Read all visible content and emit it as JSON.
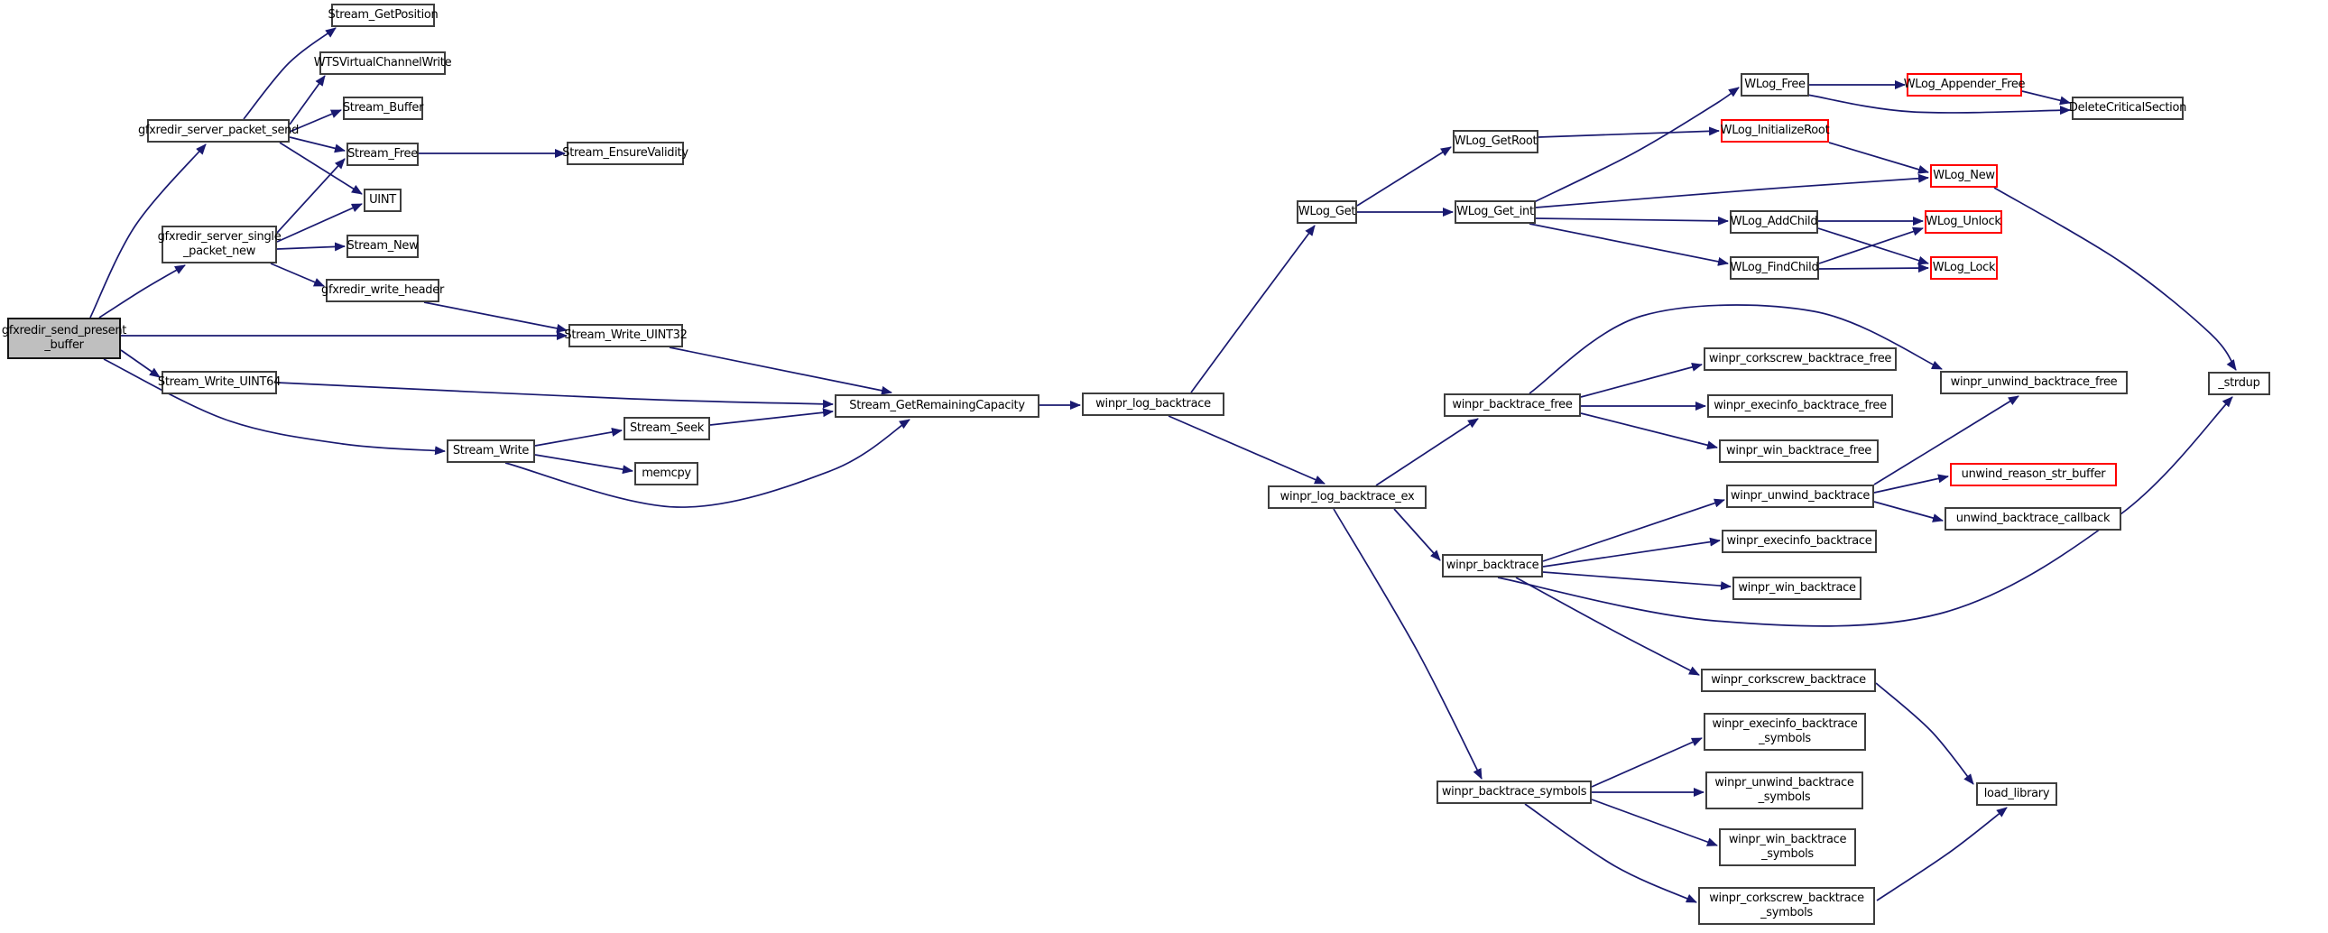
{
  "diagram": {
    "type": "doxygen-call-graph",
    "background_color": "#ffffff",
    "edge_color": "#191970",
    "node_border_color": "#3e3e3e",
    "truncated_node_border_color": "#ff0000",
    "focus_node_fill": "#bfbfbf",
    "focus_node": "gfxredir_send_present_buffer"
  },
  "nodes": [
    {
      "id": "gfxredir_send_present_buffer",
      "label": "gfxredir_send_present\n_buffer",
      "variant": "main"
    },
    {
      "id": "gfxredir_server_packet_send",
      "label": "gfxredir_server_packet_send",
      "variant": "normal"
    },
    {
      "id": "gfxredir_server_single_packet_new",
      "label": "gfxredir_server_single\n_packet_new",
      "variant": "normal"
    },
    {
      "id": "Stream_Write_UINT64",
      "label": "Stream_Write_UINT64",
      "variant": "normal"
    },
    {
      "id": "Stream_GetPosition",
      "label": "Stream_GetPosition",
      "variant": "normal"
    },
    {
      "id": "WTSVirtualChannelWrite",
      "label": "WTSVirtualChannelWrite",
      "variant": "normal"
    },
    {
      "id": "Stream_Buffer",
      "label": "Stream_Buffer",
      "variant": "normal"
    },
    {
      "id": "Stream_Free",
      "label": "Stream_Free",
      "variant": "normal"
    },
    {
      "id": "UINT",
      "label": "UINT",
      "variant": "normal"
    },
    {
      "id": "Stream_New",
      "label": "Stream_New",
      "variant": "normal"
    },
    {
      "id": "gfxredir_write_header",
      "label": "gfxredir_write_header",
      "variant": "normal"
    },
    {
      "id": "Stream_Write",
      "label": "Stream_Write",
      "variant": "normal"
    },
    {
      "id": "Stream_EnsureValidity",
      "label": "Stream_EnsureValidity",
      "variant": "normal"
    },
    {
      "id": "Stream_Write_UINT32",
      "label": "Stream_Write_UINT32",
      "variant": "normal"
    },
    {
      "id": "Stream_Seek",
      "label": "Stream_Seek",
      "variant": "normal"
    },
    {
      "id": "memcpy",
      "label": "memcpy",
      "variant": "normal"
    },
    {
      "id": "Stream_GetRemainingCapacity",
      "label": "Stream_GetRemainingCapacity",
      "variant": "normal"
    },
    {
      "id": "winpr_log_backtrace",
      "label": "winpr_log_backtrace",
      "variant": "normal"
    },
    {
      "id": "WLog_Get",
      "label": "WLog_Get",
      "variant": "normal"
    },
    {
      "id": "WLog_GetRoot",
      "label": "WLog_GetRoot",
      "variant": "normal"
    },
    {
      "id": "WLog_Get_int",
      "label": "WLog_Get_int",
      "variant": "normal"
    },
    {
      "id": "WLog_Free",
      "label": "WLog_Free",
      "variant": "normal"
    },
    {
      "id": "WLog_InitializeRoot",
      "label": "WLog_InitializeRoot",
      "variant": "red"
    },
    {
      "id": "WLog_Appender_Free",
      "label": "WLog_Appender_Free",
      "variant": "red"
    },
    {
      "id": "DeleteCriticalSection",
      "label": "DeleteCriticalSection",
      "variant": "normal"
    },
    {
      "id": "WLog_New",
      "label": "WLog_New",
      "variant": "red"
    },
    {
      "id": "WLog_AddChild",
      "label": "WLog_AddChild",
      "variant": "normal"
    },
    {
      "id": "WLog_FindChild",
      "label": "WLog_FindChild",
      "variant": "normal"
    },
    {
      "id": "WLog_Unlock",
      "label": "WLog_Unlock",
      "variant": "red"
    },
    {
      "id": "WLog_Lock",
      "label": "WLog_Lock",
      "variant": "red"
    },
    {
      "id": "winpr_log_backtrace_ex",
      "label": "winpr_log_backtrace_ex",
      "variant": "normal"
    },
    {
      "id": "winpr_backtrace_free",
      "label": "winpr_backtrace_free",
      "variant": "normal"
    },
    {
      "id": "winpr_backtrace",
      "label": "winpr_backtrace",
      "variant": "normal"
    },
    {
      "id": "winpr_corkscrew_backtrace_free",
      "label": "winpr_corkscrew_backtrace_free",
      "variant": "normal"
    },
    {
      "id": "winpr_execinfo_backtrace_free",
      "label": "winpr_execinfo_backtrace_free",
      "variant": "normal"
    },
    {
      "id": "winpr_win_backtrace_free",
      "label": "winpr_win_backtrace_free",
      "variant": "normal"
    },
    {
      "id": "winpr_unwind_backtrace_free",
      "label": "winpr_unwind_backtrace_free",
      "variant": "normal"
    },
    {
      "id": "winpr_unwind_backtrace",
      "label": "winpr_unwind_backtrace",
      "variant": "normal"
    },
    {
      "id": "winpr_execinfo_backtrace",
      "label": "winpr_execinfo_backtrace",
      "variant": "normal"
    },
    {
      "id": "winpr_win_backtrace",
      "label": "winpr_win_backtrace",
      "variant": "normal"
    },
    {
      "id": "unwind_reason_str_buffer",
      "label": "unwind_reason_str_buffer",
      "variant": "red"
    },
    {
      "id": "unwind_backtrace_callback",
      "label": "unwind_backtrace_callback",
      "variant": "normal"
    },
    {
      "id": "_strdup",
      "label": "_strdup",
      "variant": "normal"
    },
    {
      "id": "winpr_corkscrew_backtrace",
      "label": "winpr_corkscrew_backtrace",
      "variant": "normal"
    },
    {
      "id": "winpr_backtrace_symbols",
      "label": "winpr_backtrace_symbols",
      "variant": "normal"
    },
    {
      "id": "winpr_execinfo_backtrace_symbols",
      "label": "winpr_execinfo_backtrace\n_symbols",
      "variant": "normal"
    },
    {
      "id": "winpr_unwind_backtrace_symbols",
      "label": "winpr_unwind_backtrace\n_symbols",
      "variant": "normal"
    },
    {
      "id": "winpr_win_backtrace_symbols",
      "label": "winpr_win_backtrace\n_symbols",
      "variant": "normal"
    },
    {
      "id": "winpr_corkscrew_backtrace_symbols",
      "label": "winpr_corkscrew_backtrace\n_symbols",
      "variant": "normal"
    },
    {
      "id": "load_library",
      "label": "load_library",
      "variant": "normal"
    }
  ],
  "edges": [
    {
      "from": "gfxredir_send_present_buffer",
      "to": "gfxredir_server_packet_send"
    },
    {
      "from": "gfxredir_send_present_buffer",
      "to": "gfxredir_server_single_packet_new"
    },
    {
      "from": "gfxredir_send_present_buffer",
      "to": "Stream_Write_UINT32"
    },
    {
      "from": "gfxredir_send_present_buffer",
      "to": "Stream_Write_UINT64"
    },
    {
      "from": "gfxredir_send_present_buffer",
      "to": "Stream_Write"
    },
    {
      "from": "gfxredir_server_packet_send",
      "to": "Stream_GetPosition"
    },
    {
      "from": "gfxredir_server_packet_send",
      "to": "WTSVirtualChannelWrite"
    },
    {
      "from": "gfxredir_server_packet_send",
      "to": "Stream_Buffer"
    },
    {
      "from": "gfxredir_server_packet_send",
      "to": "Stream_Free"
    },
    {
      "from": "gfxredir_server_packet_send",
      "to": "UINT"
    },
    {
      "from": "gfxredir_server_single_packet_new",
      "to": "Stream_Free"
    },
    {
      "from": "gfxredir_server_single_packet_new",
      "to": "UINT"
    },
    {
      "from": "gfxredir_server_single_packet_new",
      "to": "Stream_New"
    },
    {
      "from": "gfxredir_server_single_packet_new",
      "to": "gfxredir_write_header"
    },
    {
      "from": "gfxredir_write_header",
      "to": "Stream_Write_UINT32"
    },
    {
      "from": "Stream_Write_UINT32",
      "to": "Stream_GetRemainingCapacity"
    },
    {
      "from": "Stream_Write_UINT64",
      "to": "Stream_GetRemainingCapacity"
    },
    {
      "from": "Stream_Write",
      "to": "Stream_Seek"
    },
    {
      "from": "Stream_Write",
      "to": "memcpy"
    },
    {
      "from": "Stream_Write",
      "to": "Stream_GetRemainingCapacity"
    },
    {
      "from": "Stream_Seek",
      "to": "Stream_GetRemainingCapacity"
    },
    {
      "from": "Stream_Free",
      "to": "Stream_EnsureValidity"
    },
    {
      "from": "Stream_GetRemainingCapacity",
      "to": "winpr_log_backtrace"
    },
    {
      "from": "winpr_log_backtrace",
      "to": "WLog_Get"
    },
    {
      "from": "winpr_log_backtrace",
      "to": "winpr_log_backtrace_ex"
    },
    {
      "from": "WLog_Get",
      "to": "WLog_GetRoot"
    },
    {
      "from": "WLog_Get",
      "to": "WLog_Get_int"
    },
    {
      "from": "WLog_GetRoot",
      "to": "WLog_InitializeRoot"
    },
    {
      "from": "WLog_Get_int",
      "to": "WLog_Free"
    },
    {
      "from": "WLog_Get_int",
      "to": "WLog_New"
    },
    {
      "from": "WLog_InitializeRoot",
      "to": "WLog_New"
    },
    {
      "from": "WLog_Free",
      "to": "WLog_Appender_Free"
    },
    {
      "from": "WLog_Free",
      "to": "DeleteCriticalSection"
    },
    {
      "from": "WLog_Appender_Free",
      "to": "DeleteCriticalSection"
    },
    {
      "from": "WLog_New",
      "to": "_strdup"
    },
    {
      "from": "WLog_Get_int",
      "to": "WLog_AddChild"
    },
    {
      "from": "WLog_Get_int",
      "to": "WLog_FindChild"
    },
    {
      "from": "WLog_AddChild",
      "to": "WLog_Unlock"
    },
    {
      "from": "WLog_AddChild",
      "to": "WLog_Lock"
    },
    {
      "from": "WLog_FindChild",
      "to": "WLog_Unlock"
    },
    {
      "from": "WLog_FindChild",
      "to": "WLog_Lock"
    },
    {
      "from": "winpr_log_backtrace_ex",
      "to": "winpr_backtrace_free"
    },
    {
      "from": "winpr_log_backtrace_ex",
      "to": "winpr_backtrace"
    },
    {
      "from": "winpr_log_backtrace_ex",
      "to": "winpr_backtrace_symbols"
    },
    {
      "from": "winpr_backtrace_free",
      "to": "winpr_corkscrew_backtrace_free"
    },
    {
      "from": "winpr_backtrace_free",
      "to": "winpr_execinfo_backtrace_free"
    },
    {
      "from": "winpr_backtrace_free",
      "to": "winpr_win_backtrace_free"
    },
    {
      "from": "winpr_backtrace_free",
      "to": "winpr_unwind_backtrace_free"
    },
    {
      "from": "winpr_backtrace",
      "to": "winpr_unwind_backtrace"
    },
    {
      "from": "winpr_backtrace",
      "to": "winpr_execinfo_backtrace"
    },
    {
      "from": "winpr_backtrace",
      "to": "winpr_win_backtrace"
    },
    {
      "from": "winpr_backtrace",
      "to": "winpr_corkscrew_backtrace"
    },
    {
      "from": "winpr_backtrace",
      "to": "_strdup"
    },
    {
      "from": "winpr_unwind_backtrace",
      "to": "winpr_unwind_backtrace_free"
    },
    {
      "from": "winpr_unwind_backtrace",
      "to": "unwind_reason_str_buffer"
    },
    {
      "from": "winpr_unwind_backtrace",
      "to": "unwind_backtrace_callback"
    },
    {
      "from": "winpr_corkscrew_backtrace",
      "to": "load_library"
    },
    {
      "from": "winpr_backtrace_symbols",
      "to": "winpr_execinfo_backtrace_symbols"
    },
    {
      "from": "winpr_backtrace_symbols",
      "to": "winpr_unwind_backtrace_symbols"
    },
    {
      "from": "winpr_backtrace_symbols",
      "to": "winpr_win_backtrace_symbols"
    },
    {
      "from": "winpr_backtrace_symbols",
      "to": "winpr_corkscrew_backtrace_symbols"
    },
    {
      "from": "winpr_corkscrew_backtrace_symbols",
      "to": "load_library"
    }
  ]
}
